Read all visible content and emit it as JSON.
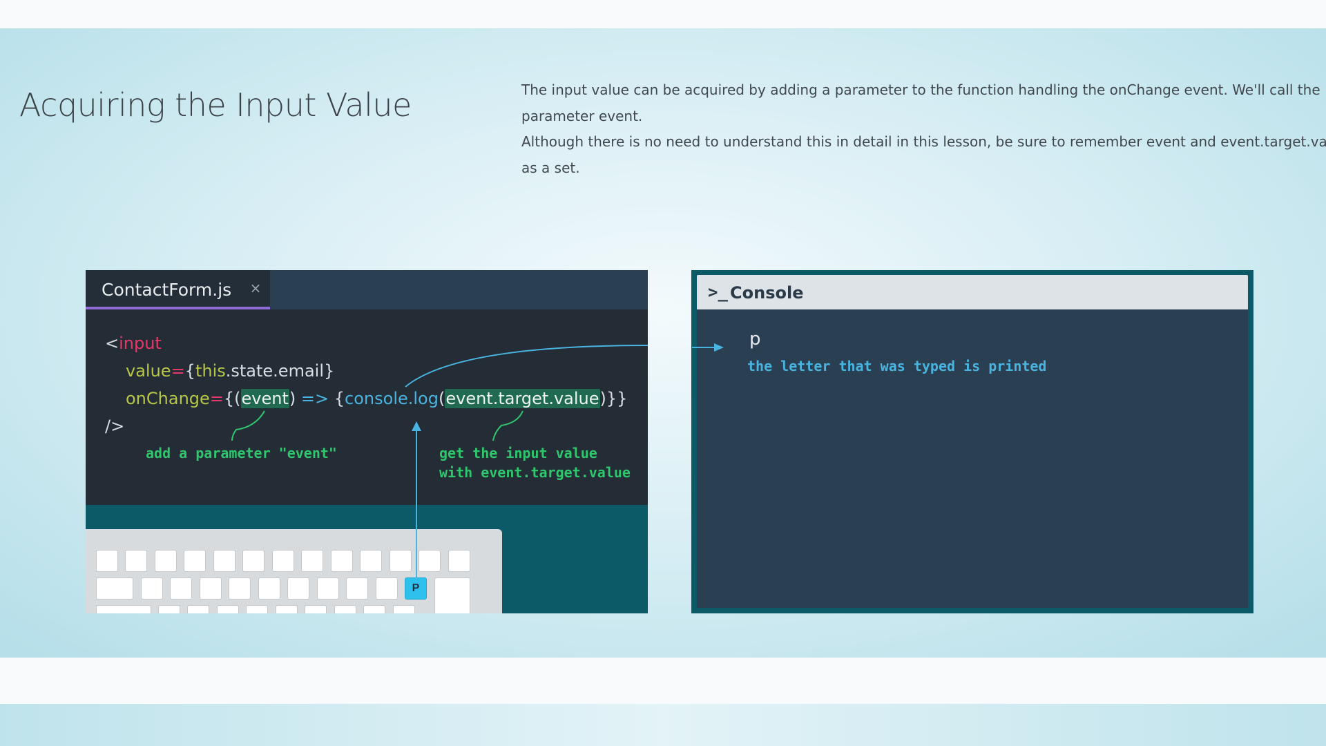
{
  "slide": {
    "title": "Acquiring the Input Value",
    "description": [
      "The input value can be acquired by adding a parameter to the function handling the onChange event. We'll call the",
      "parameter event.",
      "Although there is no need to understand this in detail in this lesson, be sure to remember event and event.target.value",
      "as a set."
    ]
  },
  "editor": {
    "tab_name": "ContactForm.js",
    "tab_close": "×",
    "code": {
      "l1_open": "<",
      "l1_tag": "input",
      "l2_attr": "value",
      "l2_eq": "=",
      "l2_brace_open": "{",
      "l2_this": "this",
      "l2_rest": ".state.email",
      "l2_brace_close": "}",
      "l3_attr": "onChange",
      "l3_eq": "=",
      "l3_open": "{(",
      "l3_param": "event",
      "l3_close_paren": ")",
      "l3_arrow": "=>",
      "l3_brace": "{",
      "l3_fn": "console.log",
      "l3_paren_open": "(",
      "l3_arg": "event.target.value",
      "l3_end": ")}}",
      "l4_close": "/>"
    },
    "note_param": "add a parameter \"event\"",
    "note_value_1": "get the input value",
    "note_value_2": "with event.target.value",
    "keyboard_pressed_key": "P"
  },
  "console": {
    "prompt_icon": "terminal-prompt-icon",
    "prompt_glyph": ">_",
    "title": "Console",
    "output": "p",
    "note": "the letter that was typed is printed"
  },
  "colors": {
    "accent_purple": "#8e6bd6",
    "code_highlight": "#1f6a50",
    "note_green": "#2fc66e",
    "annotation_blue": "#4ab4e0",
    "panel_teal": "#0c5a68"
  }
}
